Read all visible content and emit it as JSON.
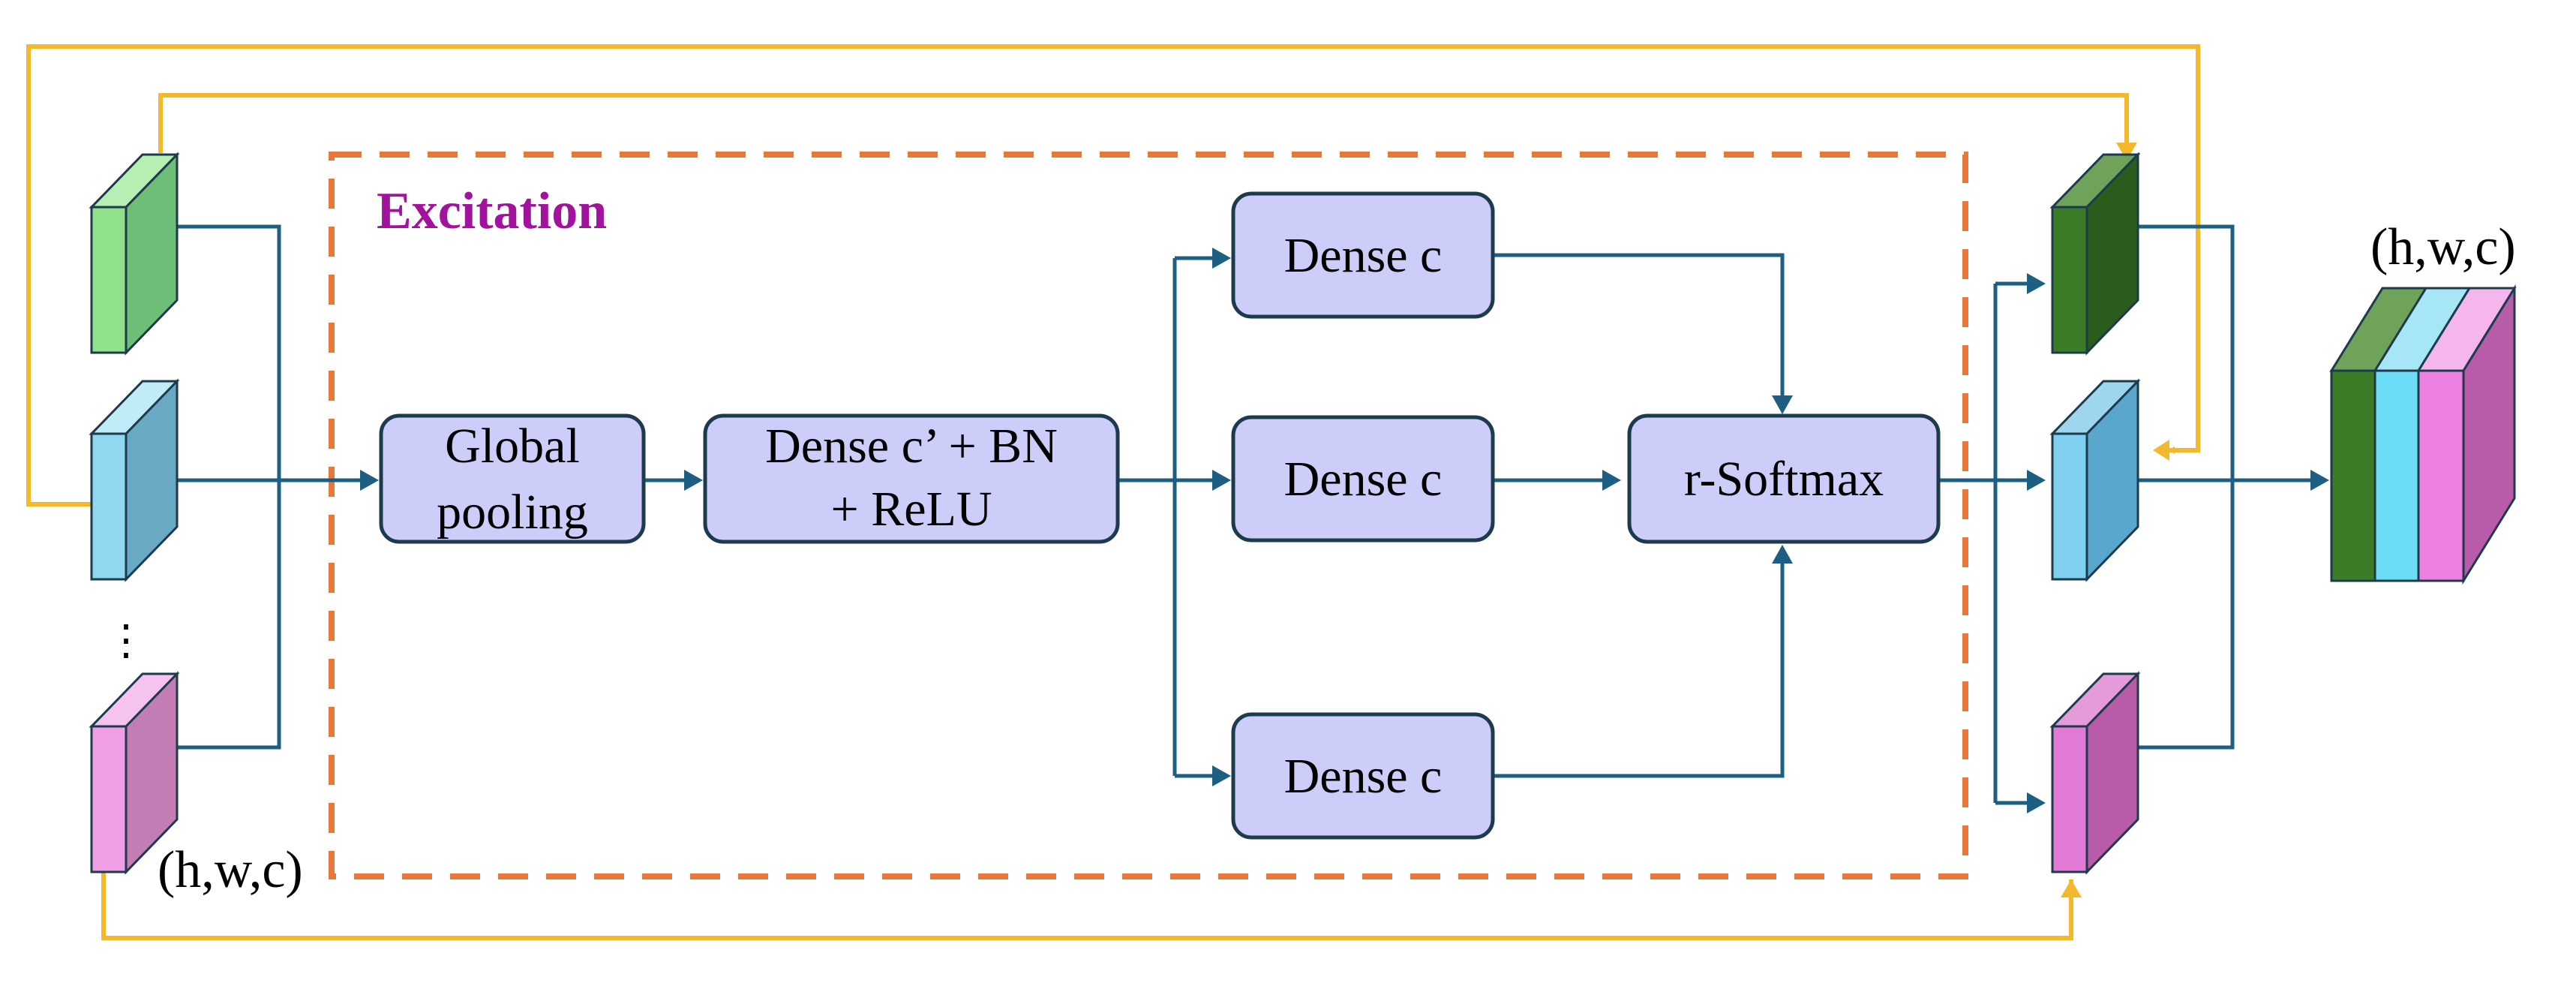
{
  "title": "Excitation",
  "colors": {
    "flow_line": "#1d5f82",
    "skip_line": "#f3b82c",
    "frame": "#e8773a",
    "title": "#a1139c",
    "box_fill": "#cccdf9",
    "box_stroke": "#1e3a4d",
    "green_light": "#8fe18a",
    "blue_light": "#8fd8ef",
    "pink_light": "#f09fe6",
    "green_dark": "#3b7d26",
    "blue_dark": "#59a7cc",
    "pink_dark": "#b85ba8"
  },
  "blocks": {
    "global_pooling": {
      "line1": "Global",
      "line2": "pooling"
    },
    "dense_reduce": {
      "line1": "Dense c’ + BN",
      "line2": "+ ReLU"
    },
    "dense_top": "Dense c",
    "dense_mid": "Dense c",
    "dense_bottom": "Dense c",
    "softmax": "r-Softmax"
  },
  "input_dims": "(h,w,c)",
  "output_dims": "(h,w,c)",
  "ellipsis": "⋮"
}
